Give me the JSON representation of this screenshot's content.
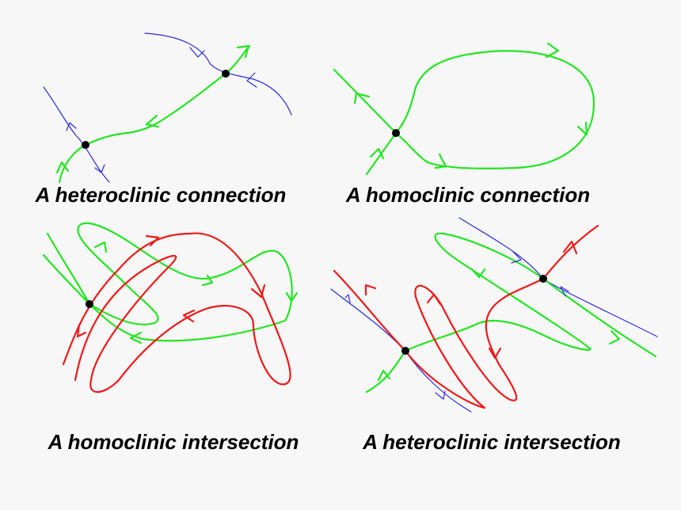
{
  "panels": [
    {
      "label": "A heteroclinic connection"
    },
    {
      "label": "A homoclinic connection"
    },
    {
      "label": "A homoclinic intersection"
    },
    {
      "label": "A heteroclinic intersection"
    }
  ],
  "colors": {
    "stable_manifold": "#2a2ae0",
    "unstable_manifold_green": "#22e622",
    "unstable_manifold_red": "#f01818",
    "fixed_point": "#000000",
    "background": "#f7f7f7"
  }
}
